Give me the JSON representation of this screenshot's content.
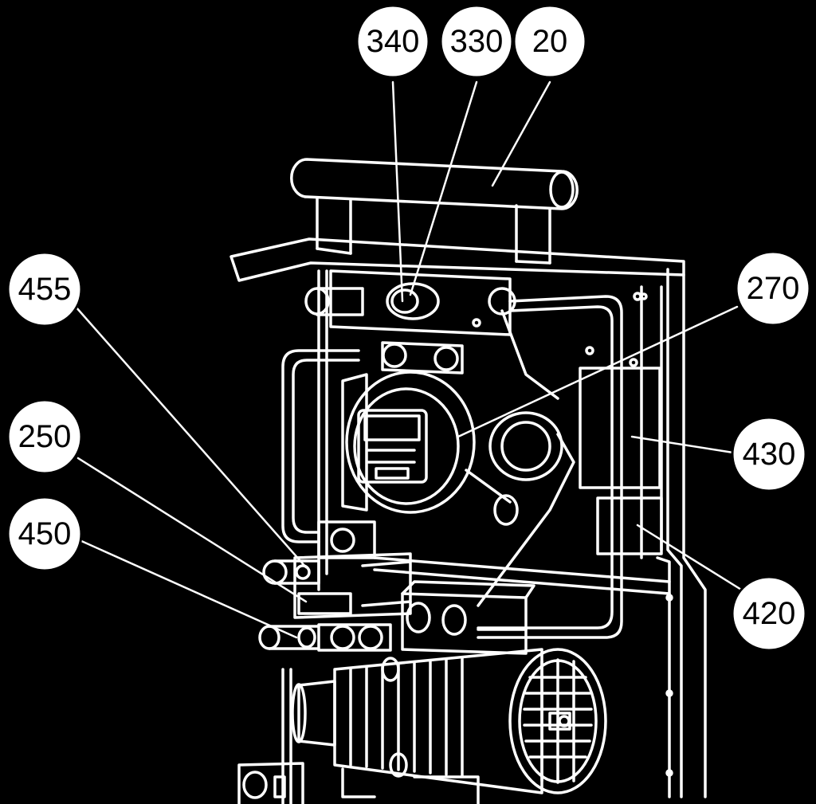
{
  "diagram": {
    "background": "#000000",
    "line_color": "#ffffff",
    "callouts": [
      {
        "id": "c340",
        "label": "340"
      },
      {
        "id": "c330",
        "label": "330"
      },
      {
        "id": "c20",
        "label": "20"
      },
      {
        "id": "c270",
        "label": "270"
      },
      {
        "id": "c455",
        "label": "455"
      },
      {
        "id": "c250",
        "label": "250"
      },
      {
        "id": "c450",
        "label": "450"
      },
      {
        "id": "c430",
        "label": "430"
      },
      {
        "id": "c420",
        "label": "420"
      }
    ]
  }
}
